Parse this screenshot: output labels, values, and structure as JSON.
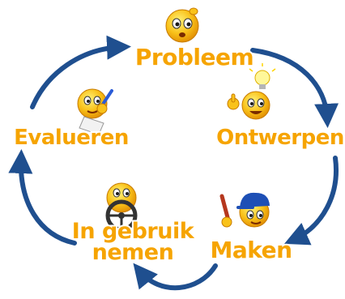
{
  "diagram": {
    "stages": [
      {
        "id": "probleem",
        "label": "Probleem"
      },
      {
        "id": "ontwerpen",
        "label": "Ontwerpen"
      },
      {
        "id": "maken",
        "label": "Maken"
      },
      {
        "id": "in-gebruik-nemen",
        "label_line1": "In gebruik",
        "label_line2": "nemen"
      },
      {
        "id": "evalueren",
        "label": "Evalueren"
      }
    ],
    "icons": {
      "probleem": "thinking-emoji-icon",
      "ontwerpen": "lightbulb-idea-emoji-icon",
      "maken": "wrench-worker-emoji-icon",
      "in_gebruik_nemen": "steering-wheel-emoji-icon",
      "evalueren": "writing-emoji-icon"
    },
    "colors": {
      "label": "#f6a400",
      "arrow": "#1f4f8f",
      "emoji": "#f7b500"
    }
  }
}
